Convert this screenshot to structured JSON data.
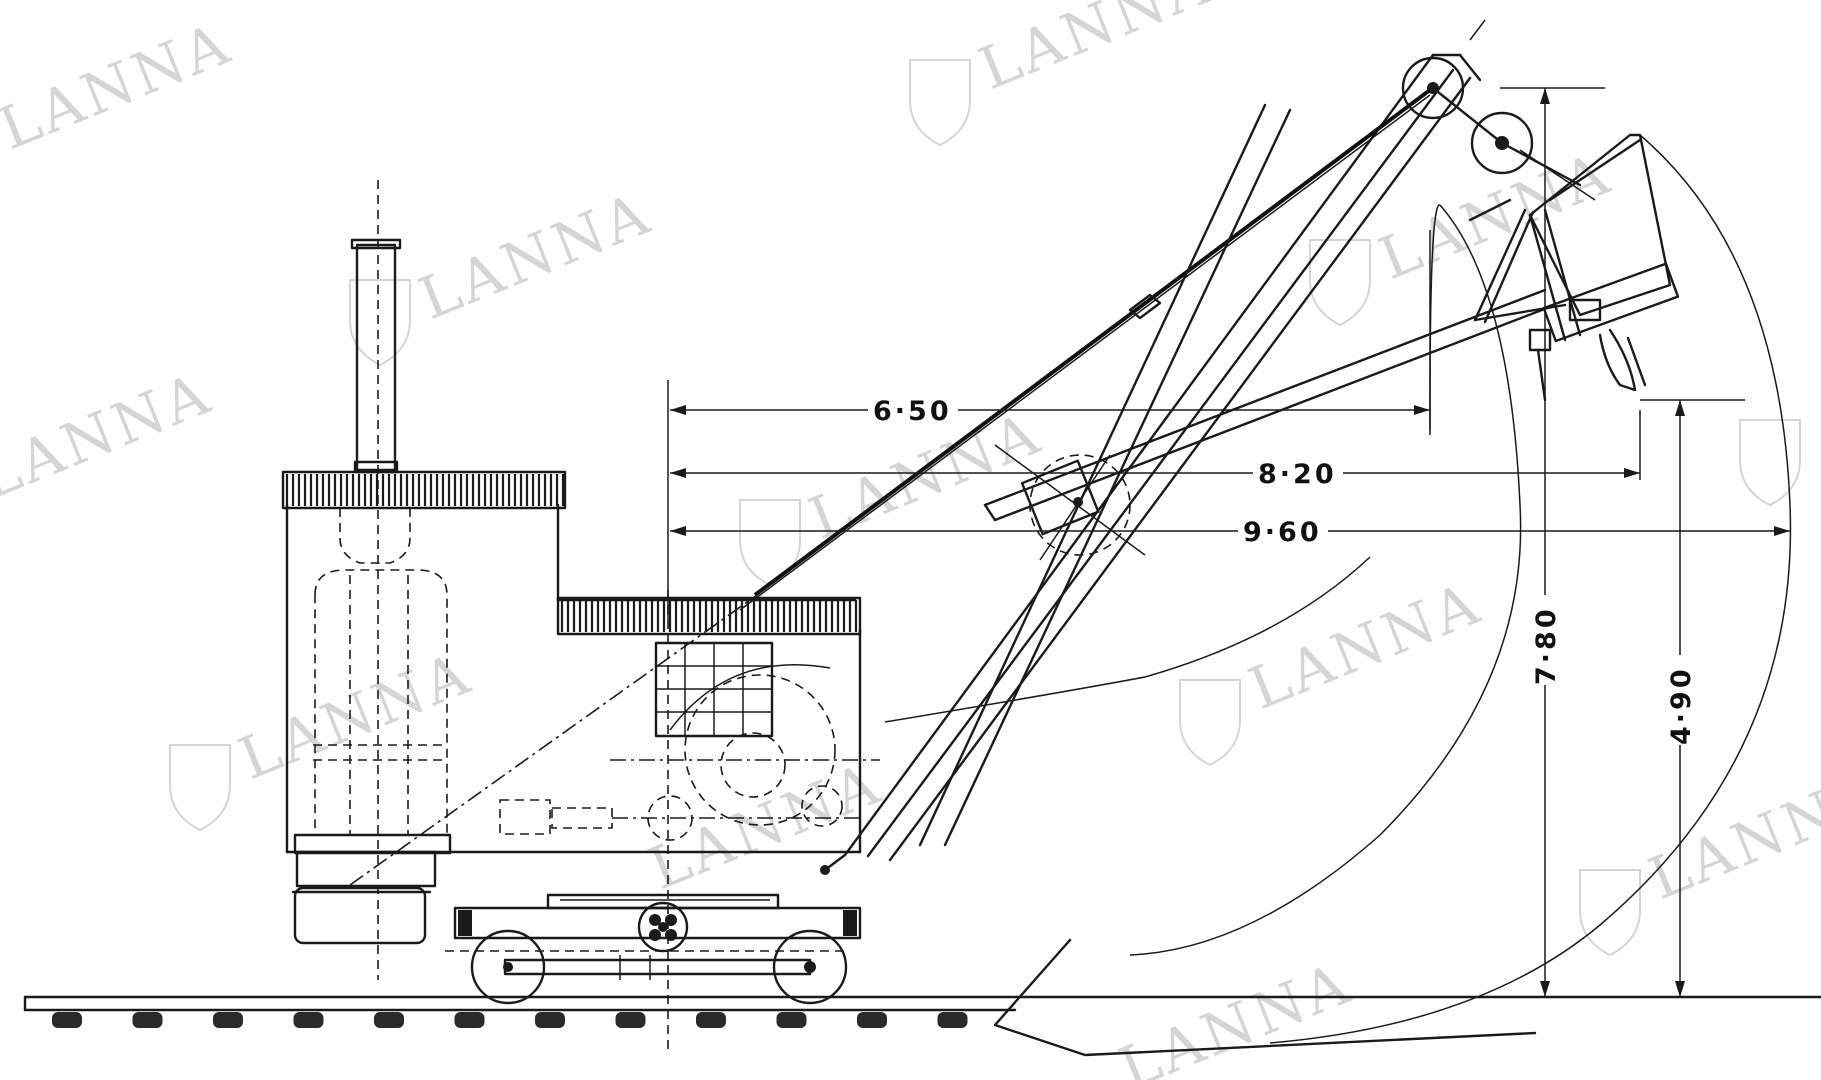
{
  "diagram": {
    "type": "technical-drawing",
    "subject": "steam excavator on rails, side elevation",
    "dimensions": {
      "reach_a": "6·50",
      "reach_b": "8·20",
      "reach_c": "9·60",
      "height_max": "7·80",
      "height_dump": "4·90"
    },
    "watermark": "LANNA",
    "colors": {
      "ink": "#1a1a1a",
      "paper": "#ffffff",
      "watermark": "#c7c7c7"
    }
  }
}
